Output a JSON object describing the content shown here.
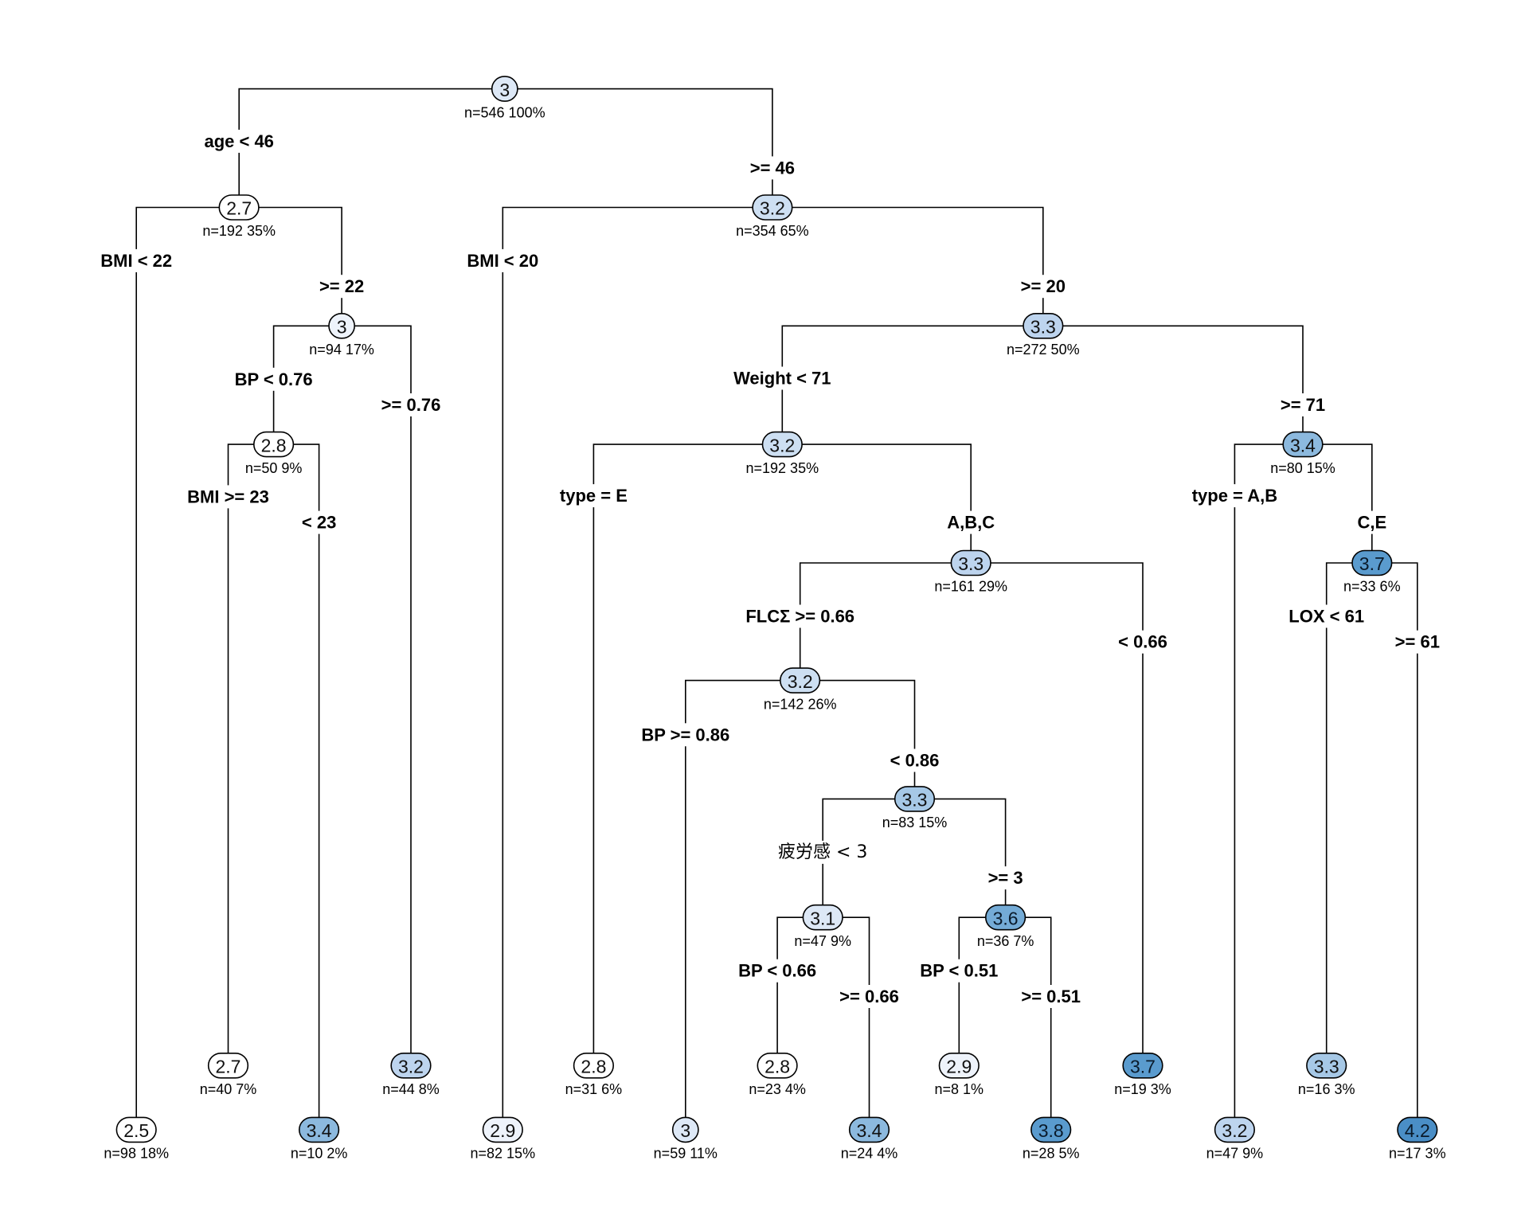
{
  "colors": {
    "edge": "#000000",
    "fill_scale": [
      "#ffffff",
      "#eef3fb",
      "#dde8f6",
      "#cddff2",
      "#bdd4ee",
      "#a6c8e6",
      "#8cb9de",
      "#74abd6",
      "#5a9bce",
      "#4a8ec6"
    ]
  },
  "nodes": [
    {
      "id": "n1",
      "value": "3",
      "info": "n=546  100%"
    },
    {
      "id": "n2",
      "value": "2.7",
      "info": "n=192  35%"
    },
    {
      "id": "n3",
      "value": "3.2",
      "info": "n=354  65%"
    },
    {
      "id": "n4",
      "value": "2.5",
      "info": "n=98  18%"
    },
    {
      "id": "n5",
      "value": "3",
      "info": "n=94  17%"
    },
    {
      "id": "n6",
      "value": "2.8",
      "info": "n=50  9%"
    },
    {
      "id": "n7",
      "value": "2.7",
      "info": "n=40  7%"
    },
    {
      "id": "n8",
      "value": "3.4",
      "info": "n=10  2%"
    },
    {
      "id": "n9",
      "value": "3.2",
      "info": "n=44  8%"
    },
    {
      "id": "n10",
      "value": "2.9",
      "info": "n=82  15%"
    },
    {
      "id": "n11",
      "value": "3.3",
      "info": "n=272  50%"
    },
    {
      "id": "n12",
      "value": "3.2",
      "info": "n=192  35%"
    },
    {
      "id": "n13",
      "value": "2.8",
      "info": "n=31  6%"
    },
    {
      "id": "n14",
      "value": "3.3",
      "info": "n=161  29%"
    },
    {
      "id": "n15",
      "value": "3.2",
      "info": "n=142  26%"
    },
    {
      "id": "n16",
      "value": "3",
      "info": "n=59  11%"
    },
    {
      "id": "n17",
      "value": "3.3",
      "info": "n=83  15%"
    },
    {
      "id": "n18",
      "value": "3.1",
      "info": "n=47  9%"
    },
    {
      "id": "n19",
      "value": "2.8",
      "info": "n=23  4%"
    },
    {
      "id": "n20",
      "value": "3.4",
      "info": "n=24  4%"
    },
    {
      "id": "n21",
      "value": "3.6",
      "info": "n=36  7%"
    },
    {
      "id": "n22",
      "value": "2.9",
      "info": "n=8  1%"
    },
    {
      "id": "n23",
      "value": "3.8",
      "info": "n=28  5%"
    },
    {
      "id": "n24",
      "value": "3.7",
      "info": "n=19  3%"
    },
    {
      "id": "n25",
      "value": "3.4",
      "info": "n=80  15%"
    },
    {
      "id": "n26",
      "value": "3.2",
      "info": "n=47  9%"
    },
    {
      "id": "n27",
      "value": "3.7",
      "info": "n=33  6%"
    },
    {
      "id": "n28",
      "value": "3.3",
      "info": "n=16  3%"
    },
    {
      "id": "n29",
      "value": "4.2",
      "info": "n=17  3%"
    }
  ],
  "splits": [
    {
      "node": "n1",
      "left": "age < 46",
      "right": ">= 46"
    },
    {
      "node": "n2",
      "left": "BMI < 22",
      "right": ">= 22"
    },
    {
      "node": "n5",
      "left": "BP < 0.76",
      "right": ">= 0.76"
    },
    {
      "node": "n6",
      "left": "BMI >= 23",
      "right": "< 23"
    },
    {
      "node": "n3",
      "left": "BMI < 20",
      "right": ">= 20"
    },
    {
      "node": "n11",
      "left": "Weight < 71",
      "right": ">= 71"
    },
    {
      "node": "n12",
      "left": "type = E",
      "right": "A,B,C"
    },
    {
      "node": "n14",
      "left": "FLCΣ >= 0.66",
      "right": "< 0.66"
    },
    {
      "node": "n15",
      "left": "BP >= 0.86",
      "right": "< 0.86"
    },
    {
      "node": "n17",
      "left": "疲労感 < 3",
      "right": ">= 3"
    },
    {
      "node": "n18",
      "left": "BP < 0.66",
      "right": ">= 0.66"
    },
    {
      "node": "n21",
      "left": "BP < 0.51",
      "right": ">= 0.51"
    },
    {
      "node": "n25",
      "left": "type = A,B",
      "right": "C,E"
    },
    {
      "node": "n27",
      "left": "LOX < 61",
      "right": ">= 61"
    }
  ]
}
